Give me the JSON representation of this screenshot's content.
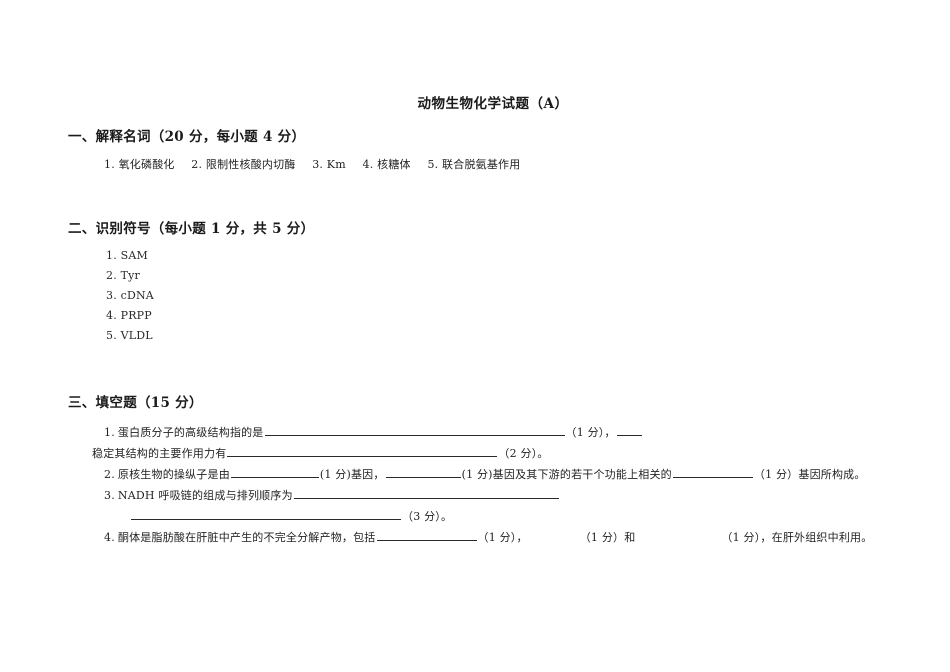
{
  "document": {
    "title": "动物生物化学试题（A）"
  },
  "sections": [
    {
      "heading": "一、解释名词（20 分，每小题 4 分）",
      "terms": [
        "1. 氧化磷酸化",
        "2. 限制性核酸内切酶",
        "3. Km",
        "4. 核糖体",
        "5. 联合脱氨基作用"
      ]
    },
    {
      "heading": "二、识别符号（每小题 1 分，共 5 分）",
      "symbols": [
        "1. SAM",
        "2. Tyr",
        "3. cDNA",
        "4. PRPP",
        "5. VLDL"
      ]
    },
    {
      "heading": "三、填空题（15 分）",
      "questions": {
        "q1": {
          "number": "1.",
          "text_a": "蛋白质分子的高级结构指的是",
          "score_a": "（1 分），",
          "line2_text": "稳定其结构的主要作用力有",
          "score_b": "（2 分）。"
        },
        "q2": {
          "number": "2.",
          "text_a": "原核生物的操纵子是由",
          "score_a": "(1 分)基因，",
          "score_b": "(1 分)基因及其下游的若干个功能上相关的",
          "score_c": "（1 分）基因所构成。"
        },
        "q3": {
          "number": "3.",
          "text_a": "NADH 呼吸链的组成与排列顺序为",
          "score_a": "（3 分）。"
        },
        "q4": {
          "number": "4.",
          "text_a": "酮体是脂肪酸在肝脏中产生的不完全分解产物，包括",
          "score_a": "（1 分），",
          "score_b": "（1 分）和",
          "score_c": "（1 分），在肝外组织中利用。"
        }
      }
    }
  ]
}
